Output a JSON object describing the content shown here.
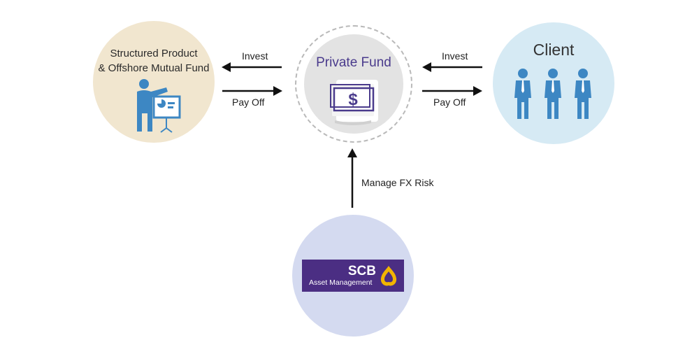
{
  "nodes": {
    "structured": {
      "title_line1": "Structured Product",
      "title_line2": "& Offshore Mutual Fund"
    },
    "private_fund": {
      "title": "Private Fund"
    },
    "client": {
      "title": "Client"
    },
    "scb": {
      "name": "SCB",
      "subtitle": "Asset Management"
    }
  },
  "edges": {
    "invest_left": "Invest",
    "payoff_left": "Pay Off",
    "invest_right": "Invest",
    "payoff_right": "Pay Off",
    "manage_fx": "Manage FX Risk"
  },
  "icons": {
    "structured": "presenter-icon",
    "private_fund": "money-stack-icon",
    "client": "people-group-icon",
    "scb": "scb-emblem-icon"
  },
  "colors": {
    "structured_bg": "#f1e6cf",
    "private_bg": "#e3e3e3",
    "client_bg": "#d6eaf4",
    "scb_bg": "#d4daf0",
    "icon_blue": "#3d87c3",
    "brand_purple": "#4b2e83",
    "brand_gold": "#f2b400"
  }
}
